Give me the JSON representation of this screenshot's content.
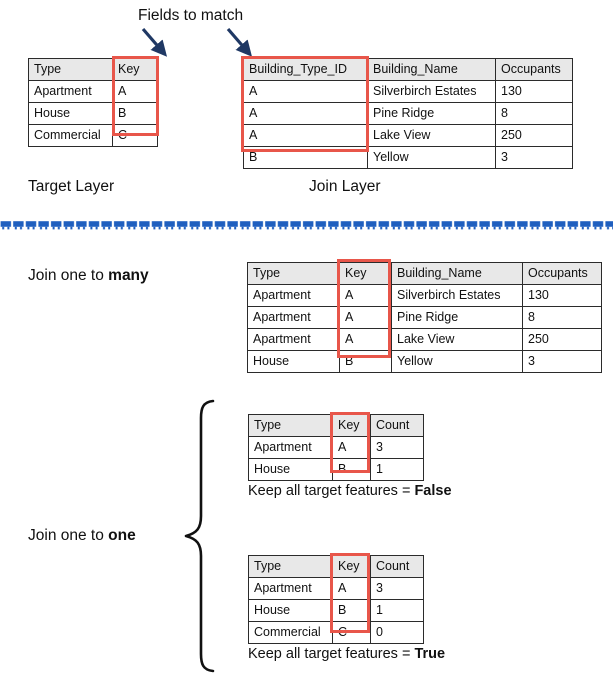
{
  "diagram": {
    "title_note": "Fields to match",
    "target_layer_label": "Target Layer",
    "join_layer_label": "Join Layer",
    "join_one_to_many_label_prefix": "Join one to ",
    "join_one_to_many_label_bold": "many",
    "join_one_to_one_label_prefix": "Join one to ",
    "join_one_to_one_label_bold": "one",
    "keep_false_prefix": "Keep all target features = ",
    "keep_false_bold": "False",
    "keep_true_prefix": "Keep all target features = ",
    "keep_true_bold": "True"
  },
  "colors": {
    "highlight_red": "#e8564a",
    "divider_blue": "#1f5fbf",
    "arrow_navy": "#1f3864",
    "header_gray": "#e8e8e8",
    "border_dark": "#2b2b2b"
  },
  "target_table": {
    "headers": [
      "Type",
      "Key"
    ],
    "rows": [
      [
        "Apartment",
        "A"
      ],
      [
        "House",
        "B"
      ],
      [
        "Commercial",
        "C"
      ]
    ]
  },
  "join_table": {
    "headers": [
      "Building_Type_ID",
      "Building_Name",
      "Occupants"
    ],
    "rows": [
      [
        "A",
        "Silverbirch Estates",
        "130"
      ],
      [
        "A",
        "Pine Ridge",
        "8"
      ],
      [
        "A",
        "Lake View",
        "250"
      ],
      [
        "B",
        "Yellow",
        "3"
      ]
    ]
  },
  "one_to_many_table": {
    "headers": [
      "Type",
      "Key",
      "Building_Name",
      "Occupants"
    ],
    "rows": [
      [
        "Apartment",
        "A",
        "Silverbirch Estates",
        "130"
      ],
      [
        "Apartment",
        "A",
        "Pine Ridge",
        "8"
      ],
      [
        "Apartment",
        "A",
        "Lake View",
        "250"
      ],
      [
        "House",
        "B",
        "Yellow",
        "3"
      ]
    ]
  },
  "one_to_one_false_table": {
    "headers": [
      "Type",
      "Key",
      "Count"
    ],
    "rows": [
      [
        "Apartment",
        "A",
        "3"
      ],
      [
        "House",
        "B",
        "1"
      ]
    ]
  },
  "one_to_one_true_table": {
    "headers": [
      "Type",
      "Key",
      "Count"
    ],
    "rows": [
      [
        "Apartment",
        "A",
        "3"
      ],
      [
        "House",
        "B",
        "1"
      ],
      [
        "Commercial",
        "C",
        "0"
      ]
    ]
  }
}
